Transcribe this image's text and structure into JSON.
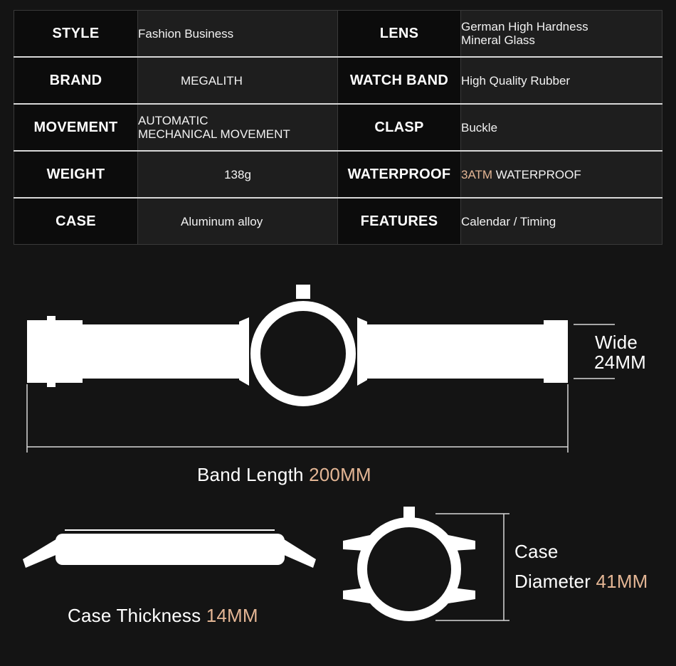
{
  "specs": [
    {
      "k1": "STYLE",
      "v1": "Fashion Business",
      "k2": "LENS",
      "v2": "German High Hardness\nMineral Glass"
    },
    {
      "k1": "BRAND",
      "v1": "MEGALITH",
      "k2": "WATCH BAND",
      "v2": "High Quality Rubber"
    },
    {
      "k1": "MOVEMENT",
      "v1": "AUTOMATIC\nMECHANICAL MOVEMENT",
      "k2": "CLASP",
      "v2": "Buckle"
    },
    {
      "k1": "WEIGHT",
      "v1": "138g",
      "k2": "WATERPROOF",
      "v2_accent": "3ATM",
      "v2_rest": " WATERPROOF"
    },
    {
      "k1": "CASE",
      "v1": "Aluminum alloy",
      "k2": "FEATURES",
      "v2": "Calendar / Timing"
    }
  ],
  "dimensions": {
    "wide_label": "Wide",
    "wide_value": "24MM",
    "band_length_label": "Band Length ",
    "band_length_value": "200MM",
    "thickness_label": "Case Thickness ",
    "thickness_value": "14MM",
    "diameter_label_1": "Case",
    "diameter_label_2": "Diameter ",
    "diameter_value": "41MM"
  },
  "colors": {
    "background": "#141414",
    "accent": "#e3b594",
    "key_cell": "#0c0c0c",
    "value_cell": "#1e1e1e",
    "row_divider": "#d8d8d8"
  }
}
